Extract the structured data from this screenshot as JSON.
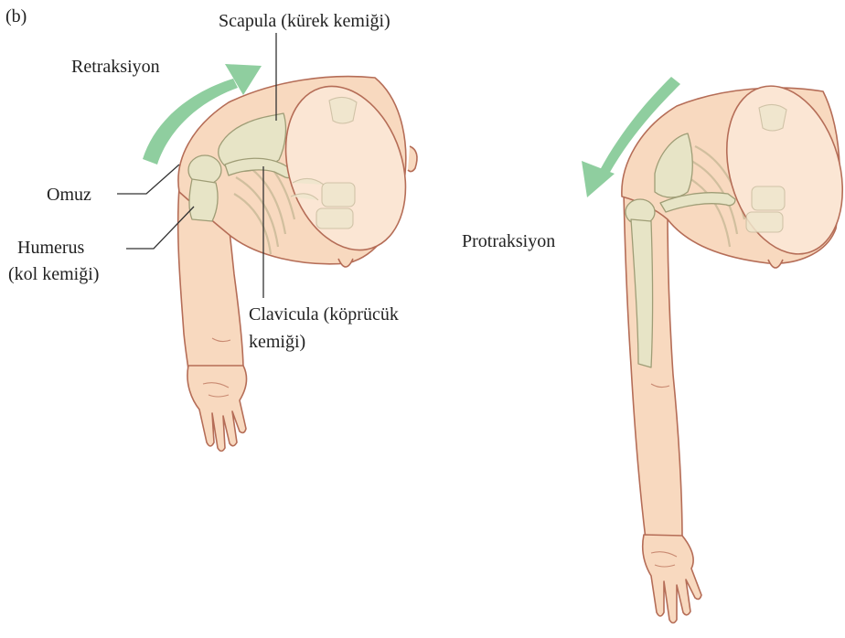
{
  "panel_label": "(b)",
  "labels": {
    "scapula": "Scapula (kürek kemiği)",
    "retraction": "Retraksiyon",
    "omuz": "Omuz",
    "humerus_line1": "Humerus",
    "humerus_line2": "(kol kemiği)",
    "clavicula_line1": "Clavicula (köprücük",
    "clavicula_line2": "kemiği)",
    "protraction": "Protraksiyon"
  },
  "colors": {
    "skin": "#f8d9bf",
    "skin_outline": "#b56d57",
    "bone": "#e7e4c6",
    "arrow": "#8fce9f",
    "text": "#222222"
  }
}
